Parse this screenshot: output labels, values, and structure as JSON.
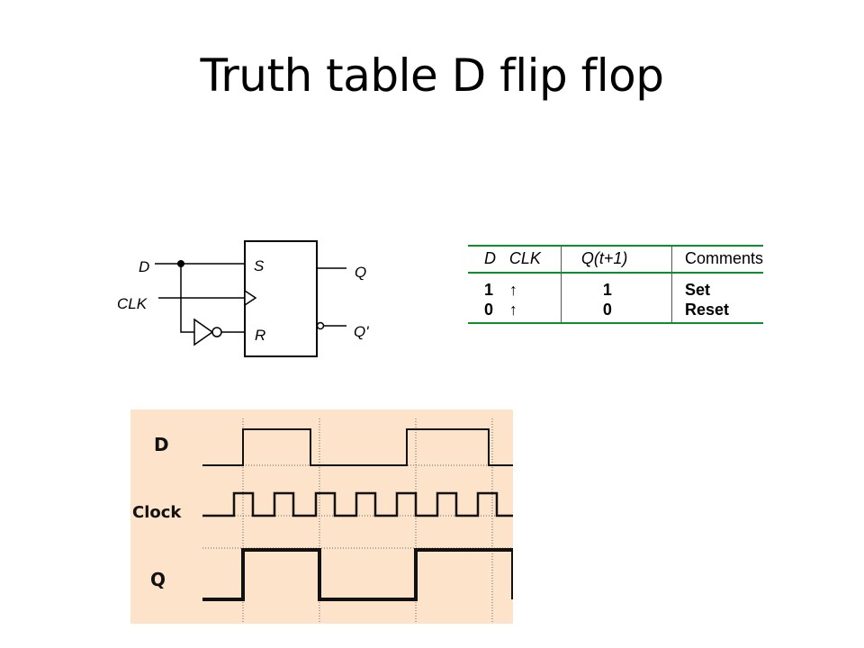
{
  "slide": {
    "title": "Truth table D flip flop"
  },
  "circuit": {
    "labels": {
      "d": "D",
      "clk": "CLK",
      "s": "S",
      "r": "R",
      "q": "Q",
      "q_bar": "Q'"
    }
  },
  "truth_table": {
    "headers": [
      "D",
      "CLK",
      "Q(t+1)",
      "Comments"
    ],
    "rows": [
      {
        "d": "1",
        "clk": "↑",
        "q_next": "1",
        "comment": "Set"
      },
      {
        "d": "0",
        "clk": "↑",
        "q_next": "0",
        "comment": "Reset"
      }
    ],
    "rule_color": "#0a8f2a"
  },
  "timing": {
    "labels": {
      "d": "D",
      "clock": "Clock",
      "q": "Q"
    },
    "background": "#fce3c9"
  }
}
